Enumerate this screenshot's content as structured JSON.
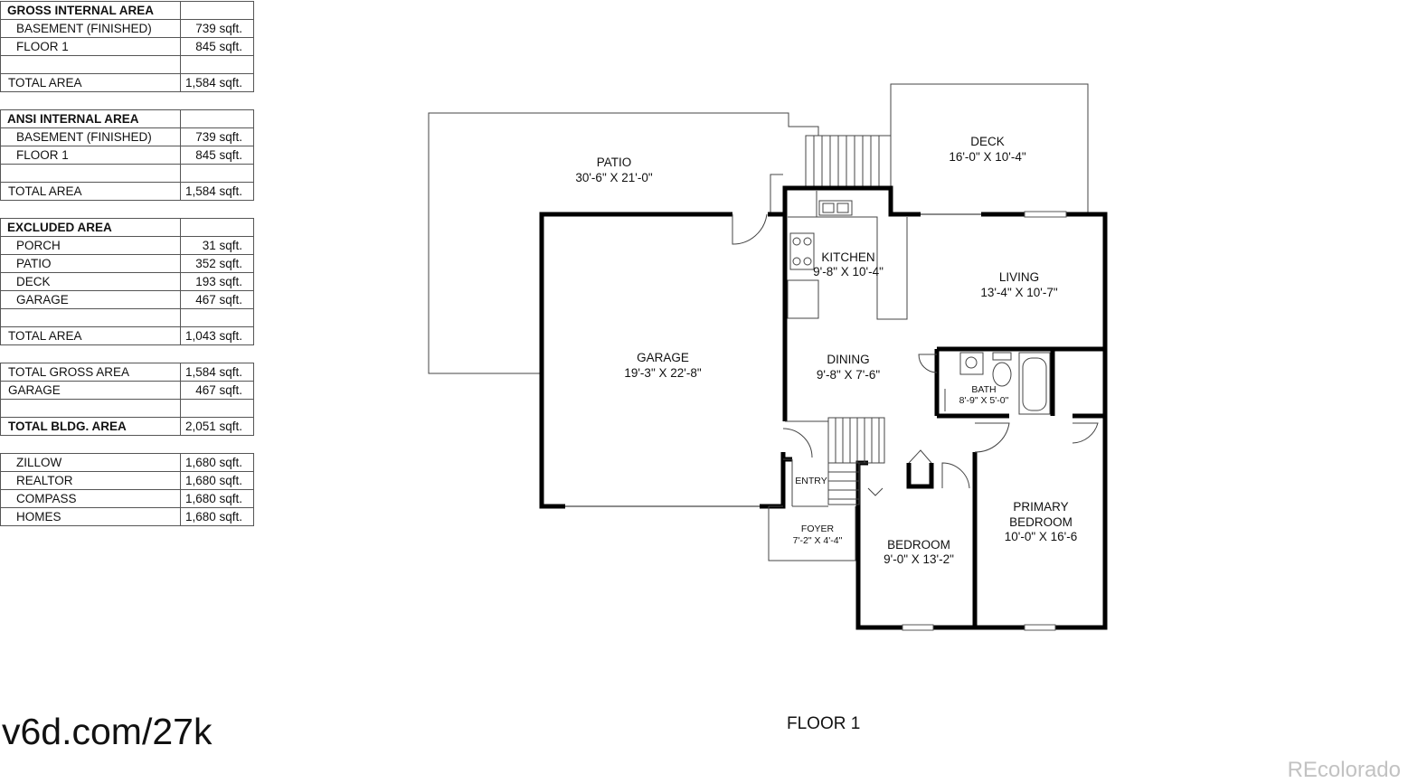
{
  "tables": [
    {
      "title": "GROSS INTERNAL AREA",
      "rows": [
        {
          "label": "BASEMENT (FINISHED)",
          "value": "739 sqft.",
          "indent": true
        },
        {
          "label": "FLOOR 1",
          "value": "845 sqft.",
          "indent": true
        },
        {
          "label": "",
          "value": ""
        },
        {
          "label": "TOTAL AREA",
          "value": "1,584 sqft."
        }
      ]
    },
    {
      "title": "ANSI INTERNAL AREA",
      "rows": [
        {
          "label": "BASEMENT (FINISHED)",
          "value": "739 sqft.",
          "indent": true
        },
        {
          "label": "FLOOR 1",
          "value": "845 sqft.",
          "indent": true
        },
        {
          "label": "",
          "value": ""
        },
        {
          "label": "TOTAL AREA",
          "value": "1,584 sqft."
        }
      ]
    },
    {
      "title": "EXCLUDED AREA",
      "rows": [
        {
          "label": "PORCH",
          "value": "31 sqft.",
          "indent": true
        },
        {
          "label": "PATIO",
          "value": "352 sqft.",
          "indent": true
        },
        {
          "label": "DECK",
          "value": "193 sqft.",
          "indent": true
        },
        {
          "label": "GARAGE",
          "value": "467 sqft.",
          "indent": true
        },
        {
          "label": "",
          "value": ""
        },
        {
          "label": "TOTAL AREA",
          "value": "1,043 sqft."
        }
      ]
    },
    {
      "rows": [
        {
          "label": "TOTAL GROSS AREA",
          "value": "1,584 sqft."
        },
        {
          "label": "GARAGE",
          "value": "467 sqft."
        },
        {
          "label": "",
          "value": ""
        },
        {
          "label": "TOTAL BLDG. AREA",
          "value": "2,051 sqft.",
          "bold": true
        }
      ]
    },
    {
      "rows": [
        {
          "label": "ZILLOW",
          "value": "1,680 sqft.",
          "indent": true
        },
        {
          "label": "REALTOR",
          "value": "1,680 sqft.",
          "indent": true
        },
        {
          "label": "COMPASS",
          "value": "1,680 sqft.",
          "indent": true
        },
        {
          "label": "HOMES",
          "value": "1,680 sqft.",
          "indent": true
        }
      ]
    }
  ],
  "website": "v6d.com/27k",
  "floor_label": "FLOOR 1",
  "watermark": "REcolorado",
  "rooms": {
    "patio": {
      "name": "PATIO",
      "dims": "30'-6\" X 21'-0\""
    },
    "deck": {
      "name": "DECK",
      "dims": "16'-0\" X 10'-4\""
    },
    "kitchen": {
      "name": "KITCHEN",
      "dims": "9'-8\" X 10'-4\""
    },
    "living": {
      "name": "LIVING",
      "dims": "13'-4\" X 10'-7\""
    },
    "garage": {
      "name": "GARAGE",
      "dims": "19'-3\" X 22'-8\""
    },
    "dining": {
      "name": "DINING",
      "dims": "9'-8\" X 7'-6\""
    },
    "bath": {
      "name": "BATH",
      "dims": "8'-9\" X 5'-0\""
    },
    "entry": {
      "name": "ENTRY"
    },
    "foyer": {
      "name": "FOYER",
      "dims": "7'-2\" X 4'-4\""
    },
    "bedroom": {
      "name": "BEDROOM",
      "dims": "9'-0\" X 13'-2\""
    },
    "primary": {
      "name1": "PRIMARY",
      "name2": "BEDROOM",
      "dims": "10'-0\" X 16'-6"
    }
  }
}
